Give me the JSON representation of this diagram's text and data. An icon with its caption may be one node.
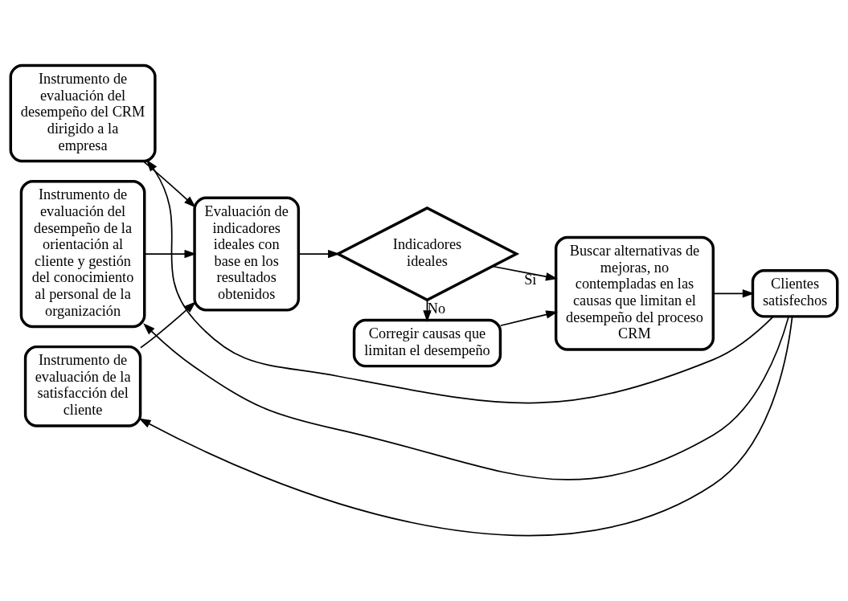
{
  "diagram": {
    "nodes": [
      {
        "text": [
          "Instrumento de evaluación del desempeño del CRM dirigido a la empresa"
        ]
      },
      {
        "text": [
          "Instrumento de evaluación del desempeño de la orientación al cliente y gestión del conocimiento al personal de la organización"
        ]
      },
      {
        "text": [
          "Instrumento de evaluación de la satisfacción del cliente"
        ]
      },
      {
        "text": [
          "Evaluación de indicadores ideales con base en los resultados obtenidos"
        ]
      },
      {
        "text": [
          "Indicadores ideales"
        ]
      },
      {
        "text": [
          "Corregir causas que limitan el desempeño"
        ]
      },
      {
        "text": [
          "Buscar alternativas de mejoras, no contempladas en las causas que limitan el desempeño del proceso CRM"
        ]
      },
      {
        "text": [
          "Clientes satisfechos"
        ]
      }
    ],
    "edges": [
      {
        "from": 0,
        "to": 3,
        "arrow": "to"
      },
      {
        "from": 1,
        "to": 3,
        "arrow": "to"
      },
      {
        "from": 2,
        "to": 3,
        "arrow": "to"
      },
      {
        "from": 3,
        "to": 4,
        "arrow": "to"
      },
      {
        "from": 4,
        "to": 5,
        "label": "No",
        "arrow": "to"
      },
      {
        "from": 4,
        "to": 6,
        "label": "Si",
        "arrow": "to"
      },
      {
        "from": 5,
        "to": 6,
        "arrow": "to"
      },
      {
        "from": 6,
        "to": 7,
        "arrow": "to"
      },
      {
        "from": 7,
        "to": 0,
        "arrow": "to"
      },
      {
        "from": 7,
        "to": 1,
        "arrow": "to"
      },
      {
        "from": 7,
        "to": 2,
        "arrow": "to"
      }
    ]
  }
}
